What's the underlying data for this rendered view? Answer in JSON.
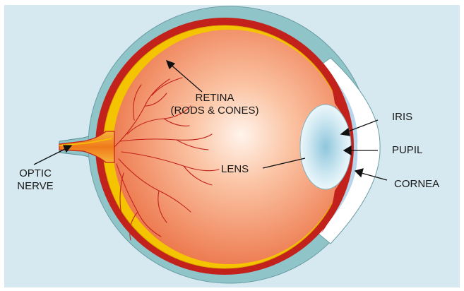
{
  "labels": {
    "retina": "RETINA\n(RODS & CONES)",
    "iris": "IRIS",
    "pupil": "PUPIL",
    "lens": "LENS",
    "cornea": "CORNEA",
    "optic_nerve": "OPTIC\nNERVE"
  },
  "colors": {
    "background": "#d6e8f0",
    "sclera": "#8fc4c9",
    "choroid": "#c2221b",
    "retina": "#f5c400",
    "vitreous_inner": "#fde7d8",
    "vitreous_outer": "#ee7b4f",
    "cornea": "#ffffff",
    "lens": "#d2ecf4",
    "vessels": "#c2221b",
    "nerve": "#f08a1c"
  }
}
